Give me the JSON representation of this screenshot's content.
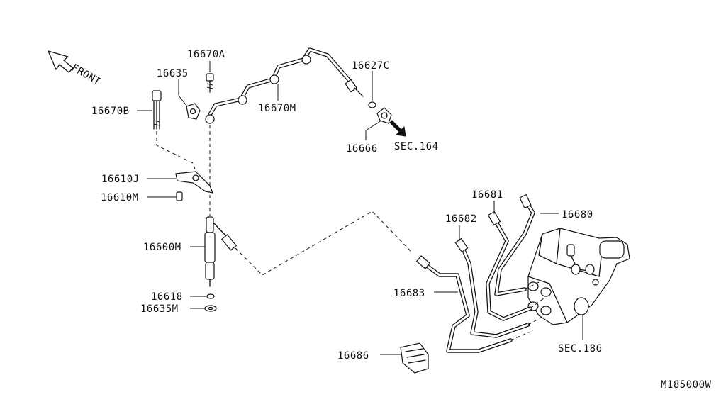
{
  "front_label": "FRONT",
  "diagram_code": "M185000W",
  "parts": {
    "p16670A": "16670A",
    "p16635": "16635",
    "p16670B": "16670B",
    "p16670M": "16670M",
    "p16627C": "16627C",
    "p16666": "16666",
    "sec164": "SEC.164",
    "p16610J": "16610J",
    "p16610M": "16610M",
    "p16600M": "16600M",
    "p16618": "16618",
    "p16635M": "16635M",
    "p16681": "16681",
    "p16680": "16680",
    "p16682": "16682",
    "p16683": "16683",
    "p16686": "16686",
    "sec186": "SEC.186"
  }
}
